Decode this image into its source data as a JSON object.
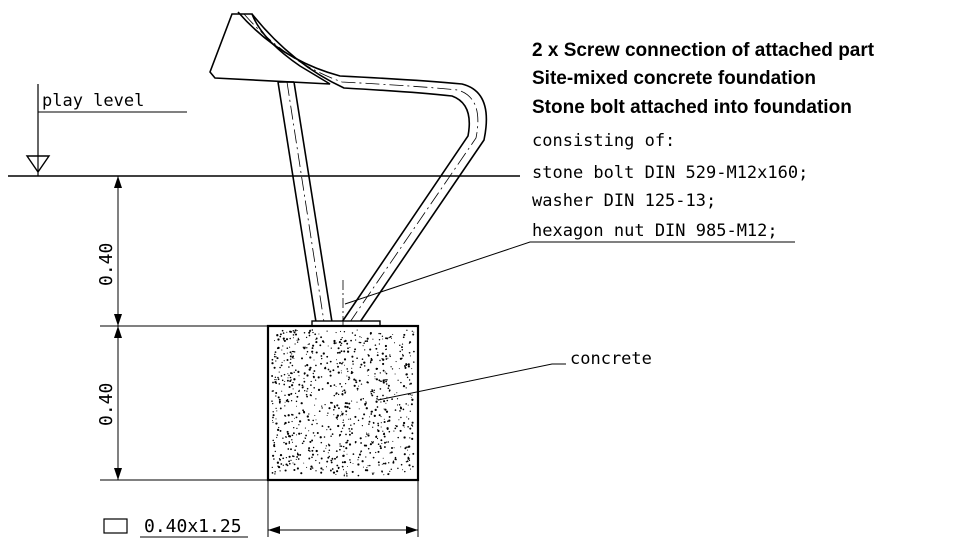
{
  "labels": {
    "play_level": "play level",
    "heading_1": "2 x Screw connection of attached part",
    "heading_2": "Site-mixed concrete foundation",
    "heading_3": "Stone bolt attached into foundation",
    "consisting": "consisting of:",
    "bolt": "stone bolt DIN 529-M12x160;",
    "washer": "washer DIN 125-13;",
    "nut": "hexagon nut DIN 985-M12;",
    "concrete": "concrete"
  },
  "dimensions": {
    "depth_upper": "0.40",
    "depth_lower": "0.40",
    "foundation_size": "0.40x1.25"
  },
  "colors": {
    "line": "#000000",
    "background": "#ffffff"
  },
  "icons": {
    "level_marker": "triangle-down-icon",
    "section_symbol": "rectangle-outline-icon"
  }
}
